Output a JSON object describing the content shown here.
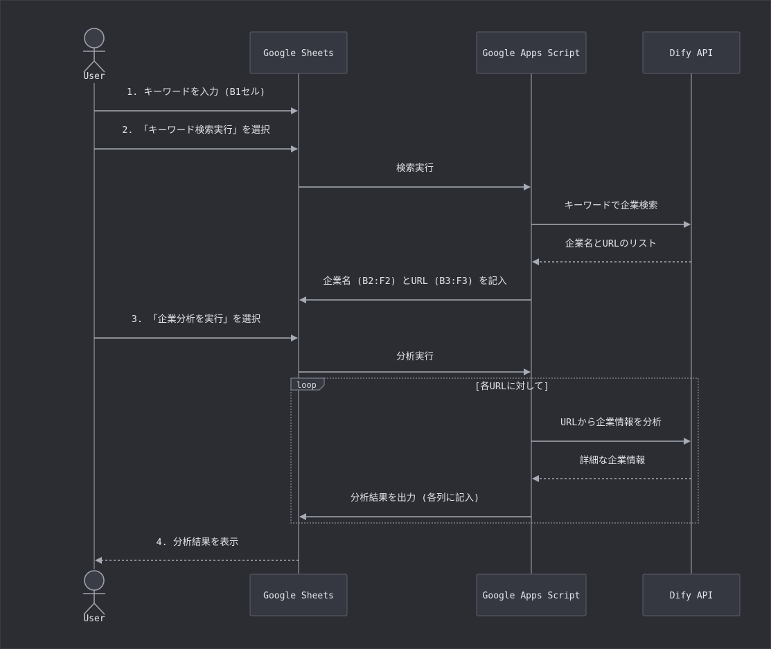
{
  "participants": {
    "user": "User",
    "sheets": "Google Sheets",
    "gas": "Google Apps Script",
    "dify": "Dify API"
  },
  "messages": {
    "m1": "1. キーワードを入力 (B1セル)",
    "m2": "2. 「キーワード検索実行」を選択",
    "m3": "検索実行",
    "m4": "キーワードで企業検索",
    "m5": "企業名とURLのリスト",
    "m6": "企業名 (B2:F2) とURL (B3:F3) を記入",
    "m7": "3. 「企業分析を実行」を選択",
    "m8": "分析実行",
    "m9": "URLから企業情報を分析",
    "m10": "詳細な企業情報",
    "m11": "分析結果を出力 (各列に記入)",
    "m12": "4. 分析結果を表示"
  },
  "loop": {
    "tag": "loop",
    "condition": "[各URLに対して]"
  },
  "colors": {
    "background": "#2b2d33",
    "participant_fill": "#353840",
    "line": "#a7abb5",
    "text": "#e0e2e8"
  }
}
